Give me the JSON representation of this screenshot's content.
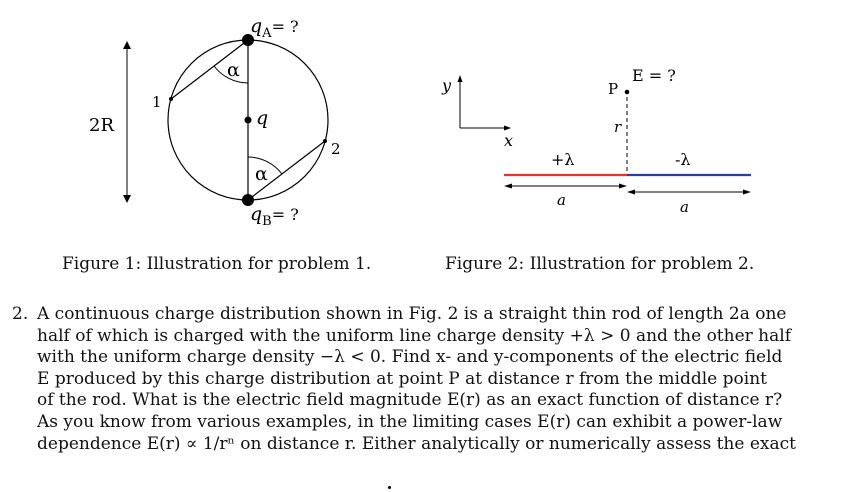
{
  "figure1": {
    "qa_label": "q",
    "qa_sub": "A",
    "qa_eq": "= ?",
    "qb_label": "q",
    "qb_sub": "B",
    "qb_eq": "= ?",
    "alpha_top": "α",
    "alpha_bottom": "α",
    "q_center": "q",
    "rod1_label": "1",
    "rod2_label": "2",
    "diameter_label": "2R",
    "caption": "Figure 1: Illustration for problem 1."
  },
  "figure2": {
    "y_axis": "y",
    "x_axis": "x",
    "point_label": "P",
    "field_label": "E = ?",
    "r_label": "r",
    "plus_lambda": "+λ",
    "minus_lambda": "-λ",
    "a_left": "a",
    "a_right": "a",
    "caption": "Figure 2: Illustration for problem 2.",
    "colors": {
      "positive": "#e8322e",
      "negative": "#2f3aa0"
    }
  },
  "problem": {
    "number": "2.",
    "lines": [
      "A continuous charge distribution shown in Fig. 2 is a straight thin rod of length 2a one",
      "half of which is charged with the uniform line charge density +λ > 0 and the other half",
      "with the uniform charge density −λ < 0. Find x- and y-components of the electric field",
      "E produced by this charge distribution at point P at distance r from the middle point",
      "of the rod. What is the electric field magnitude E(r) as an exact function of distance r?",
      "As you know from various examples, in the limiting cases E(r) can exhibit a power-law",
      "dependence E(r) ∝ 1/rⁿ on distance r. Either analytically or numerically assess the exact"
    ]
  }
}
